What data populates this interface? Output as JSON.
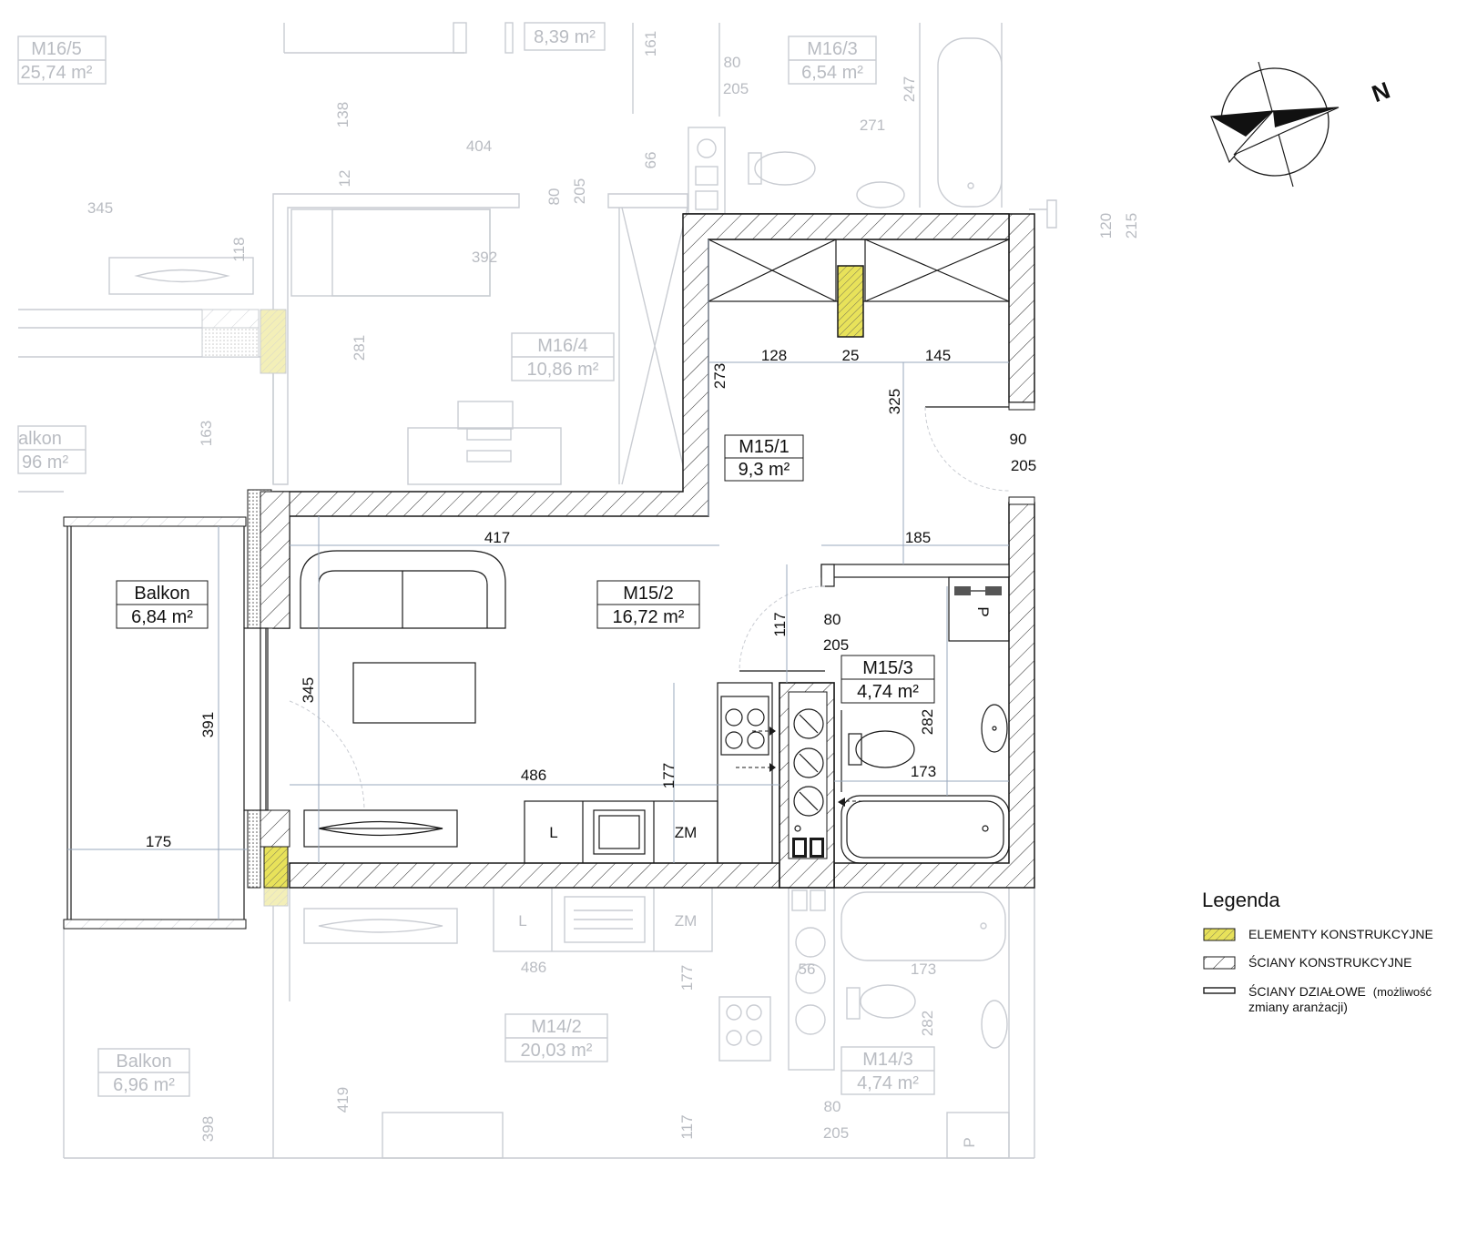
{
  "rooms": {
    "m15_1": {
      "name": "M15/1",
      "area": "9,3 m²"
    },
    "m15_2": {
      "name": "M15/2",
      "area": "16,72 m²"
    },
    "m15_3": {
      "name": "M15/3",
      "area": "4,74 m²"
    },
    "balkon": {
      "name": "Balkon",
      "area": "6,84 m²"
    },
    "m16_5": {
      "name": "M16/5",
      "area": "25,74 m²"
    },
    "m16_3": {
      "name": "M16/3",
      "area": "6,54 m²"
    },
    "m16_4": {
      "name": "M16/4",
      "area": "10,86 m²"
    },
    "m16_top": {
      "area": "8,39 m²"
    },
    "balkon_upper": {
      "name": "alkon",
      "area": "96 m²"
    },
    "m14_2": {
      "name": "M14/2",
      "area": "20,03 m²"
    },
    "m14_3": {
      "name": "M14/3",
      "area": "4,74 m²"
    },
    "balkon_lower": {
      "name": "Balkon",
      "area": "6,96 m²"
    }
  },
  "dimensions": {
    "d128": "128",
    "d25": "25",
    "d145": "145",
    "d273": "273",
    "d325": "325",
    "d90": "90",
    "d205_door_a": "205",
    "d417": "417",
    "d185": "185",
    "d117": "117",
    "d80_bath": "80",
    "d205_bath": "205",
    "d345": "345",
    "d391": "391",
    "d486": "486",
    "d177": "177",
    "d282": "282",
    "d173": "173",
    "d175": "175"
  },
  "faint_dimensions": {
    "f161": "161",
    "f80_top": "80",
    "f205_top": "205",
    "f247": "247",
    "f138": "138",
    "f404": "404",
    "f271": "271",
    "f66": "66",
    "f12": "12",
    "f80_mid": "80",
    "f205_mid": "205",
    "f345": "345",
    "f392": "392",
    "f118": "118",
    "f281": "281",
    "f163": "163",
    "f120": "120",
    "f215": "215",
    "f486": "486",
    "f56": "56",
    "f177": "177",
    "f173": "173",
    "f282": "282",
    "f419": "419",
    "f398": "398",
    "f117": "117",
    "f80_low": "80",
    "f205_low": "205"
  },
  "fixtures": {
    "fridge": "L",
    "freezer": "ZM",
    "washer": "P",
    "fridge_lower": "L",
    "freezer_lower": "ZM",
    "washer_lower": "P"
  },
  "compass": {
    "label": "N"
  },
  "legend": {
    "title": "Legenda",
    "item1": "ELEMENTY KONSTRUKCYJNE",
    "item2": "ŚCIANY KONSTRUKCYJNE",
    "item3": "ŚCIANY DZIAŁOWE",
    "item3_note": "(możliwość",
    "item3_note2": "zmiany aranżacji)"
  },
  "colors": {
    "structural_element": "#e8e25a",
    "wall_hatch": "#1a1a1a",
    "faint": "#c9ccd2"
  }
}
